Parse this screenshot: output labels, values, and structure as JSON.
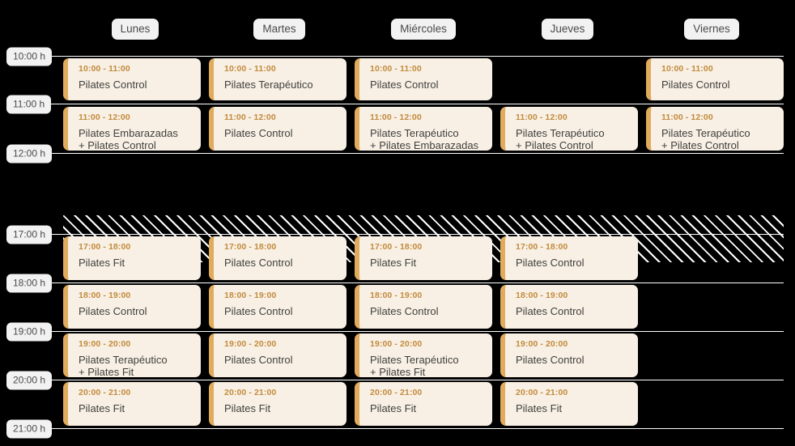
{
  "days": [
    {
      "label": "Lunes"
    },
    {
      "label": "Martes"
    },
    {
      "label": "Miércoles"
    },
    {
      "label": "Jueves"
    },
    {
      "label": "Viernes"
    }
  ],
  "hour_marks": [
    {
      "label": "10:00 h"
    },
    {
      "label": "11:00 h"
    },
    {
      "label": "12:00 h"
    },
    {
      "label": "17:00 h"
    },
    {
      "label": "18:00 h"
    },
    {
      "label": "19:00 h"
    },
    {
      "label": "20:00 h"
    },
    {
      "label": "21:00 h"
    }
  ],
  "colors": {
    "page_background": "#000000",
    "card_background": "#f8f0e4",
    "card_accent": "#e0ab5c",
    "card_time_text": "#c28a3d",
    "card_title_text": "#3f3f3f",
    "pill_background": "#f2f2f2",
    "pill_text": "#4a4a4a",
    "grid_line": "#ffffff"
  },
  "break_band": {
    "name": "closed-period",
    "pattern": "diagonal-hatch",
    "from": "12:00",
    "to": "17:00"
  },
  "rows": [
    {
      "time_range": "10:00 - 11:00",
      "slots": [
        {
          "time": "10:00 - 11:00",
          "title": "Pilates Control"
        },
        {
          "time": "10:00 - 11:00",
          "title": "Pilates Terapéutico"
        },
        {
          "time": "10:00 - 11:00",
          "title": "Pilates Control"
        },
        {
          "time": "",
          "title": ""
        },
        {
          "time": "10:00 - 11:00",
          "title": "Pilates Control"
        }
      ]
    },
    {
      "time_range": "11:00 - 12:00",
      "slots": [
        {
          "time": "11:00 - 12:00",
          "title": "Pilates Embarazadas\n+ Pilates Control"
        },
        {
          "time": "11:00 - 12:00",
          "title": "Pilates Control"
        },
        {
          "time": "11:00 - 12:00",
          "title": "Pilates Terapéutico\n+ Pilates Embarazadas"
        },
        {
          "time": "11:00 - 12:00",
          "title": "Pilates Terapéutico\n+ Pilates Control"
        },
        {
          "time": "11:00 - 12:00",
          "title": "Pilates Terapéutico\n+ Pilates Control"
        }
      ]
    },
    {
      "time_range": "17:00 - 18:00",
      "slots": [
        {
          "time": "17:00 - 18:00",
          "title": "Pilates Fit"
        },
        {
          "time": "17:00 - 18:00",
          "title": "Pilates Control"
        },
        {
          "time": "17:00 - 18:00",
          "title": "Pilates Fit"
        },
        {
          "time": "17:00 - 18:00",
          "title": "Pilates Control"
        },
        {
          "time": "",
          "title": ""
        }
      ]
    },
    {
      "time_range": "18:00 - 19:00",
      "slots": [
        {
          "time": "18:00 - 19:00",
          "title": "Pilates Control"
        },
        {
          "time": "18:00 - 19:00",
          "title": "Pilates Control"
        },
        {
          "time": "18:00 - 19:00",
          "title": "Pilates Control"
        },
        {
          "time": "18:00 - 19:00",
          "title": "Pilates Control"
        },
        {
          "time": "",
          "title": ""
        }
      ]
    },
    {
      "time_range": "19:00 - 20:00",
      "slots": [
        {
          "time": "19:00 - 20:00",
          "title": "Pilates Terapéutico\n+ Pilates Fit"
        },
        {
          "time": "19:00 - 20:00",
          "title": "Pilates Control"
        },
        {
          "time": "19:00 - 20:00",
          "title": "Pilates Terapéutico\n+ Pilates Fit"
        },
        {
          "time": "19:00 - 20:00",
          "title": "Pilates Control"
        },
        {
          "time": "",
          "title": ""
        }
      ]
    },
    {
      "time_range": "20:00 - 21:00",
      "slots": [
        {
          "time": "20:00 - 21:00",
          "title": "Pilates Fit"
        },
        {
          "time": "20:00 - 21:00",
          "title": "Pilates Fit"
        },
        {
          "time": "20:00 - 21:00",
          "title": "Pilates Fit"
        },
        {
          "time": "20:00 - 21:00",
          "title": "Pilates Fit"
        },
        {
          "time": "",
          "title": ""
        }
      ]
    }
  ]
}
